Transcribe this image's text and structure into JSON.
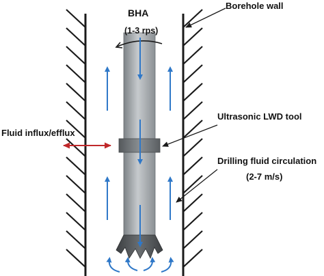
{
  "labels": {
    "bha": "BHA",
    "rotation": "(1-3 rps)",
    "borehole_wall": "Borehole wall",
    "lwd_tool": "Ultrasonic LWD tool",
    "fluid_influx": "Fluid influx/efflux",
    "circulation": "Drilling fluid circulation",
    "circulation_speed": "(2-7 m/s)"
  },
  "colors": {
    "flow_arrow": "#2f78c8",
    "influx_arrow": "#c0282a",
    "wall": "#1a1a1a",
    "pipe": "#a9aeb2",
    "collar": "#6f7478",
    "bit": "#4a4d50"
  }
}
